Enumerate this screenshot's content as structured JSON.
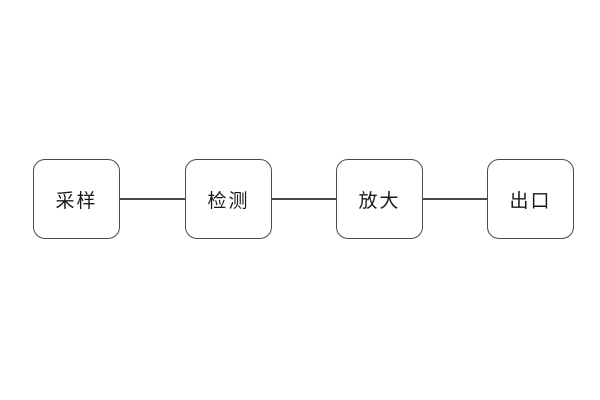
{
  "diagram": {
    "type": "flowchart",
    "direction": "horizontal",
    "background_color": "#ffffff",
    "node_border_color": "#4a4a4a",
    "node_text_color": "#1a1a1a",
    "connector_color": "#4a4a4a",
    "nodes": [
      {
        "id": "sampling",
        "label": "采样"
      },
      {
        "id": "detection",
        "label": "检测"
      },
      {
        "id": "amplification",
        "label": "放大"
      },
      {
        "id": "outlet",
        "label": "出口"
      }
    ],
    "connections": [
      {
        "from": "采样",
        "to": "检测"
      },
      {
        "from": "检测",
        "to": "放大"
      },
      {
        "from": "放大",
        "to": "出口"
      }
    ]
  }
}
